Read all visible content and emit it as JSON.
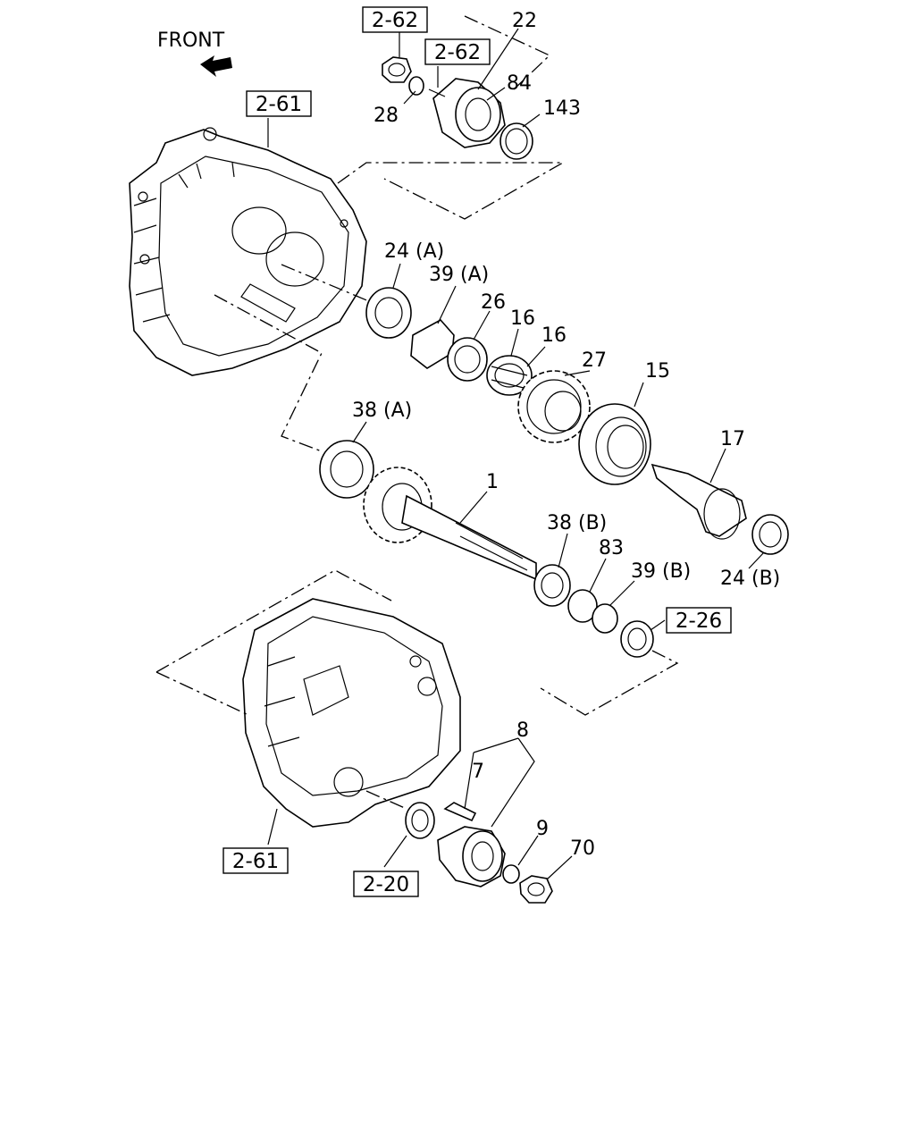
{
  "front": "FRONT",
  "refs": {
    "r1": "2-62",
    "r2": "2-62",
    "r3": "2-61",
    "r4": "2-26",
    "r5": "2-61",
    "r6": "2-20"
  },
  "labels": {
    "p22": "22",
    "p84": "84",
    "p28": "28",
    "p143": "143",
    "p24a": "24 (A)",
    "p39a": "39 (A)",
    "p26": "26",
    "p16a": "16",
    "p16b": "16",
    "p27": "27",
    "p15": "15",
    "p38a": "38 (A)",
    "p17": "17",
    "p1": "1",
    "p38b": "38 (B)",
    "p83": "83",
    "p39b": "39 (B)",
    "p24b": "24 (B)",
    "p8": "8",
    "p7": "7",
    "p9": "9",
    "p70": "70"
  }
}
